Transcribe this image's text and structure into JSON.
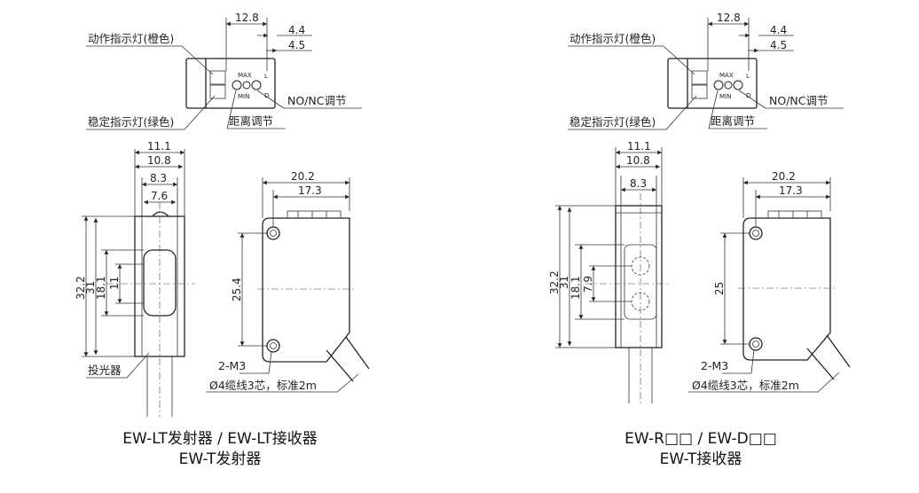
{
  "left": {
    "top_view": {
      "dims": {
        "d12_8": "12.8",
        "d4_4": "4.4",
        "d4_5": "4.5"
      },
      "labels": {
        "action_led": "动作指示灯(橙色)",
        "stable_led": "稳定指示灯(绿色)",
        "nonc": "NO/NC调节",
        "distance": "距离调节",
        "max": "MAX",
        "min": "MIN",
        "l": "L",
        "d": "D"
      }
    },
    "front_view": {
      "dims": {
        "w11_1": "11.1",
        "w10_8": "10.8",
        "w8_3": "8.3",
        "w7_6": "7.6",
        "h32_2": "32.2",
        "h31": "31",
        "h18_1": "18.1",
        "h11": "11"
      },
      "labels": {
        "emitter": "投光器"
      }
    },
    "side_view": {
      "dims": {
        "w20_2": "20.2",
        "w17_3": "17.3",
        "h25_4": "25.4"
      },
      "labels": {
        "screw": "2-M3",
        "cable": "Ø4缆线3芯，标准2m"
      }
    },
    "caption_line1": "EW-LT发射器 / EW-LT接收器",
    "caption_line2": "EW-T发射器"
  },
  "right": {
    "top_view": {
      "dims": {
        "d12_8": "12.8",
        "d4_4": "4.4",
        "d4_5": "4.5"
      },
      "labels": {
        "action_led": "动作指示灯(橙色)",
        "stable_led": "稳定指示灯(绿色)",
        "nonc": "NO/NC调节",
        "distance": "距离调节",
        "max": "MAX",
        "min": "MIN",
        "l": "L",
        "d": "D"
      }
    },
    "front_view": {
      "dims": {
        "w11_1": "11.1",
        "w10_8": "10.8",
        "w8_3": "8.3",
        "h32_2": "32.2",
        "h31": "31",
        "h18_1": "18.1",
        "h7_9": "7.9"
      }
    },
    "side_view": {
      "dims": {
        "w20_2": "20.2",
        "w17_3": "17.3",
        "h25": "25"
      },
      "labels": {
        "screw": "2-M3",
        "cable": "Ø4缆线3芯，标准2m"
      }
    },
    "caption_line1": "EW-R□□ / EW-D□□",
    "caption_line2": "EW-T接收器"
  }
}
